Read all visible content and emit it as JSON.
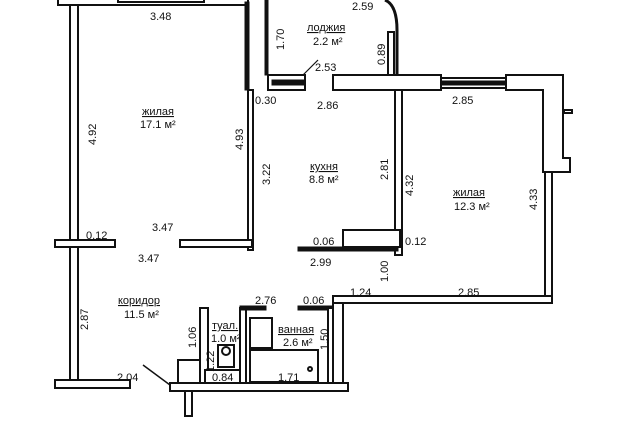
{
  "rooms": {
    "living1": {
      "name": "жилая",
      "area": "17.1 м²"
    },
    "loggia": {
      "name": "лоджия",
      "area": "2.2 м²"
    },
    "kitchen": {
      "name": "кухня",
      "area": "8.8 м²"
    },
    "living2": {
      "name": "жилая",
      "area": "12.3 м²"
    },
    "corridor": {
      "name": "коридор",
      "area": "11.5 м²"
    },
    "toilet": {
      "name": "туал.",
      "area": "1.0 м²"
    },
    "bathroom": {
      "name": "ванная",
      "area": "2.6 м²"
    }
  },
  "dimensions": [
    "3.48",
    "1.70",
    "2.59",
    "0.89",
    "2.53",
    "0.30",
    "2.86",
    "2.85",
    "4.92",
    "4.93",
    "3.22",
    "2.81",
    "4.32",
    "4.33",
    "0.12",
    "3.47",
    "3.47",
    "0.06",
    "0.12",
    "2.99",
    "1.00",
    "1.24",
    "2.85",
    "2.87",
    "2.76",
    "0.06",
    "1.06",
    "1.50",
    "1.22",
    "0.84",
    "1.71",
    "2.04"
  ]
}
